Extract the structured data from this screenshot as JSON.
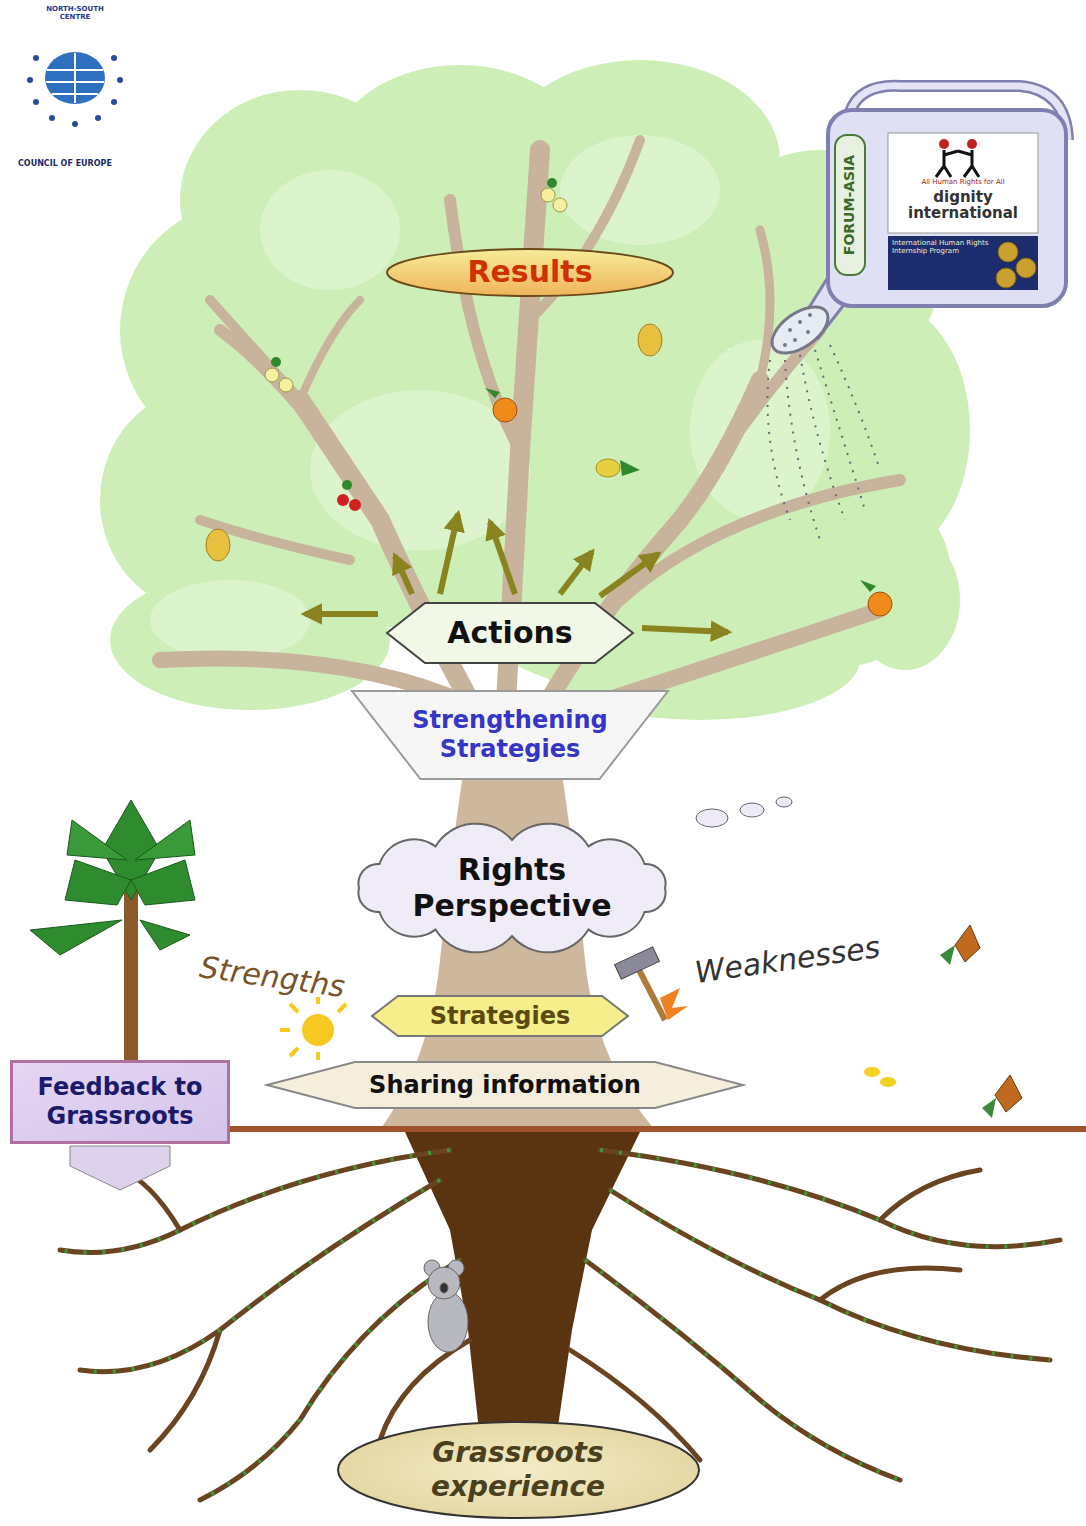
{
  "diagram": {
    "nodes": [
      {
        "text": [
          "Results"
        ]
      },
      {
        "text": [
          "Actions"
        ]
      },
      {
        "text": [
          "Strengthening Strategies"
        ]
      },
      {
        "text": [
          "Rights Perspective"
        ]
      },
      {
        "text": [
          "Strategies"
        ]
      },
      {
        "text": [
          "Sharing information"
        ]
      },
      {
        "text": [
          "Feedback to Grassroots"
        ]
      },
      {
        "text": [
          "Grassroots experience"
        ]
      }
    ],
    "labels": [
      "NORTH-SOUTH CENTRE",
      "COUNCIL OF EUROPE",
      "FORUM-ASIA",
      "All Human Rights for All",
      "dignity international",
      "International Human Rights Internship Program",
      "Strengths",
      "Weaknesses"
    ]
  }
}
